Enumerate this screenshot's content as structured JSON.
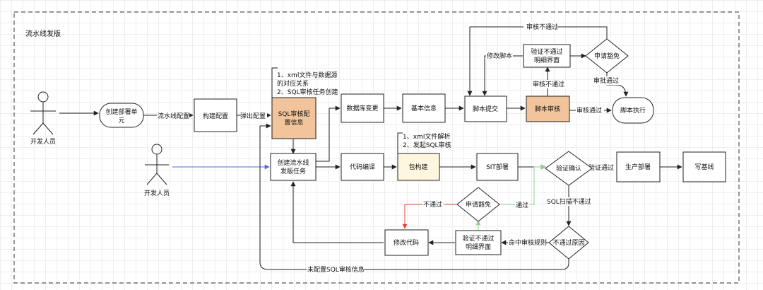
{
  "title": "流水线发版",
  "colors": {
    "line": "#222222",
    "blue": "#4a6fe3",
    "red": "#e0443a",
    "green": "#8bd18b",
    "highlight_orange": "#f2c49b",
    "highlight_cream": "#fff6e0"
  },
  "actors": {
    "top": "开发人员",
    "bottom": "开发人员"
  },
  "nodes": {
    "create_unit": "创建部署单元",
    "build_config": "构建配置",
    "sql_config": "SQL审核配置信息",
    "create_task": "创建流水线发版任务",
    "db_change": "数据库变更",
    "basic_info": "基本信息",
    "script_submit": "脚本提交",
    "script_review": "脚本审核",
    "script_exec": "脚本执行",
    "verify_fail_top": "验证不通过明细界面",
    "apply_exempt_top": "申请豁免",
    "code_compile": "代码编译",
    "package_build": "包构建",
    "sit_deploy": "SIT部署",
    "verify_confirm": "验证确认",
    "prod_deploy": "生产部署",
    "write_baseline": "写基线",
    "apply_exempt_bottom": "申请豁免",
    "modify_code": "修改代码",
    "verify_fail_bottom": "验证不通过明细界面",
    "fail_reason": "不通过原因"
  },
  "notes": {
    "top_1": "1、xml文件与数据源",
    "top_2": "的对应关系",
    "top_3": "2、SQL审核任务创建",
    "mid_1": "1、xml文件解析",
    "mid_2": "2、发起SQL审核"
  },
  "edge_labels": {
    "pipeline_config": "流水线配置",
    "popup_config": "弹出配置",
    "modify_script": "修改脚本",
    "review_not_pass_top": "审核不通过",
    "review_not_pass_mid": "审核不通过",
    "approve_pass": "审批通过",
    "review_pass": "审核通过",
    "verify_pass": "验证通过",
    "sql_scan_fail": "SQL扫描不通过",
    "not_pass": "不通过",
    "pass": "通过",
    "rule_hit": "命中审核规则",
    "no_sql_config": "未配置SQL审核信息"
  }
}
